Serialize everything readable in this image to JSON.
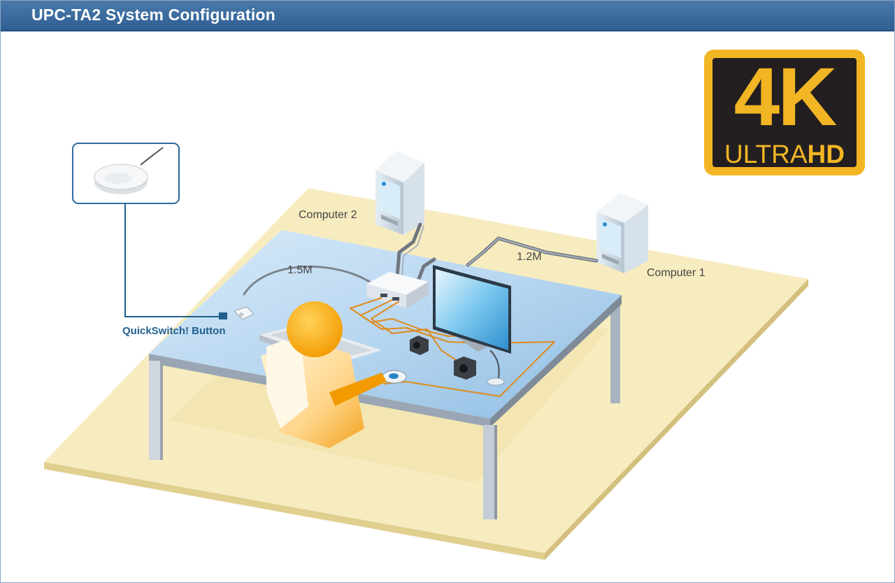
{
  "header": {
    "title": "UPC-TA2 System Configuration"
  },
  "badge": {
    "big": "4K",
    "word1": "ULTRA",
    "word2": "HD"
  },
  "labels": {
    "computer2": "Computer 2",
    "computer1": "Computer 1",
    "cable_short": "1.2M",
    "cable_long": "1.5M",
    "quickswitch": "QuickSwitch! Button"
  },
  "colors": {
    "header": "#3a6a9c",
    "floor": "#f7ecbf",
    "desk": "#bcd9f2",
    "badge_gold": "#f2b524",
    "cable_orange": "#e08a1a",
    "person": "#f5a300"
  }
}
